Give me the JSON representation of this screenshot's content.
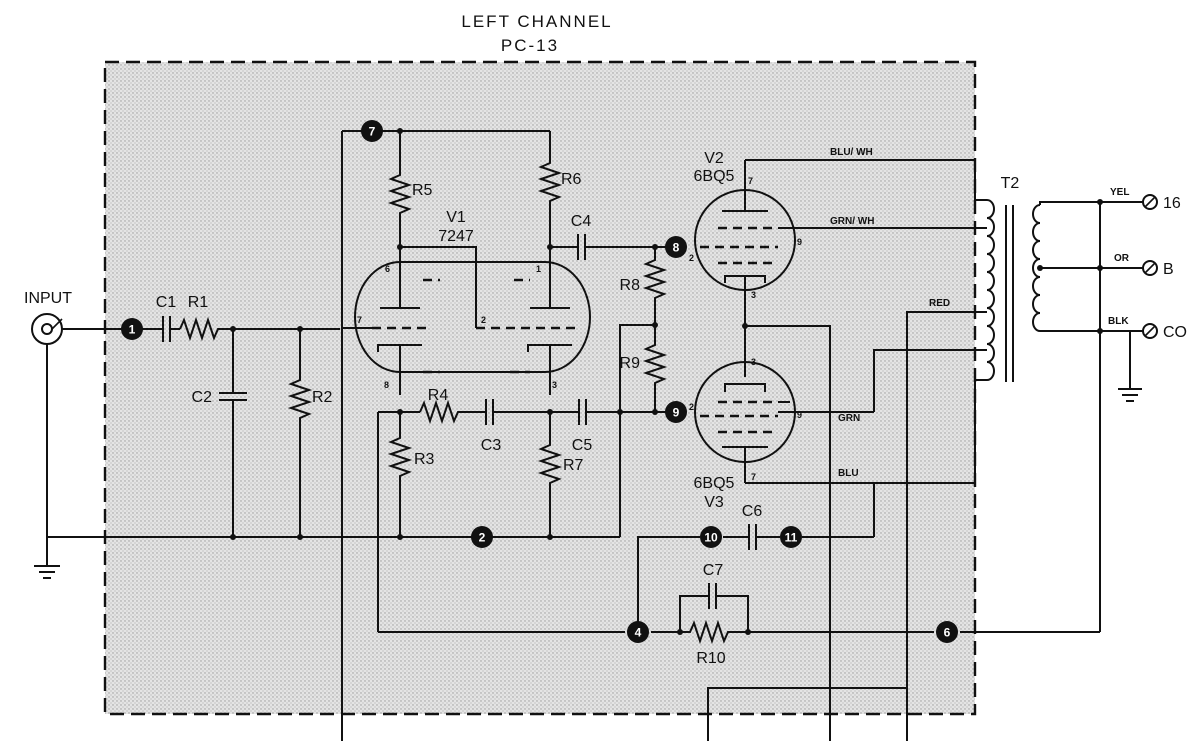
{
  "header": {
    "channel": "LEFT CHANNEL",
    "board": "PC-13"
  },
  "labels": {
    "input": "INPUT",
    "c1": "C1",
    "r1": "R1",
    "c2": "C2",
    "r2": "R2",
    "r5": "R5",
    "r6": "R6",
    "v1": "V1",
    "v1_type": "7247",
    "c4": "C4",
    "r8": "R8",
    "r9": "R9",
    "r4": "R4",
    "c3": "C3",
    "c5": "C5",
    "r3": "R3",
    "r7": "R7",
    "v2": "V2",
    "v2_type": "6BQ5",
    "v3": "V3",
    "v3_type": "6BQ5",
    "c6": "C6",
    "c7": "C7",
    "r10": "R10",
    "t2": "T2"
  },
  "pins": {
    "v1_6": "6",
    "v1_1": "1",
    "v1_7": "7",
    "v1_2": "2",
    "v1_8": "8",
    "v1_3": "3",
    "v2_7": "7",
    "v2_2": "2",
    "v2_9": "9",
    "v2_3": "3",
    "v3_3": "3",
    "v3_2": "2",
    "v3_9": "9",
    "v3_7": "7"
  },
  "wires": {
    "blu_wh": "BLU/ WH",
    "grn_wh": "GRN/ WH",
    "red": "RED",
    "grn": "GRN",
    "blu": "BLU",
    "yel": "YEL",
    "or": "OR",
    "blk": "BLK"
  },
  "terminals": {
    "t16": "16",
    "tb": "B",
    "tc": "CO"
  },
  "nodes": {
    "n1": "1",
    "n2": "2",
    "n4": "4",
    "n6": "6",
    "n7": "7",
    "n8": "8",
    "n9": "9",
    "n10": "10",
    "n11": "11"
  }
}
